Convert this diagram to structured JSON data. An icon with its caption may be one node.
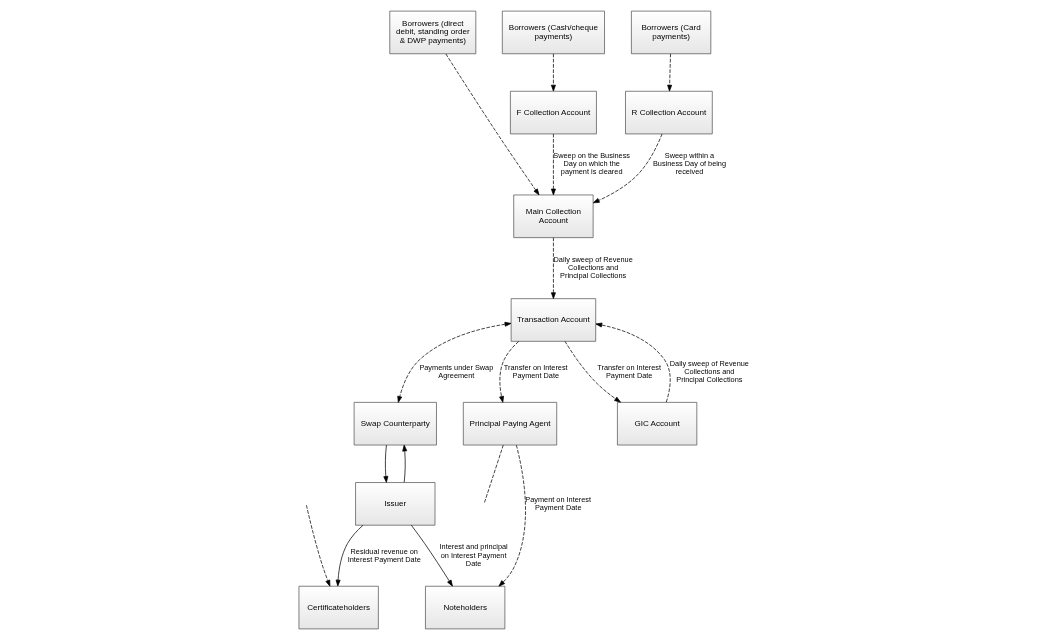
{
  "diagram": {
    "nodes": [
      {
        "text": [
          "Certificateholders"
        ]
      },
      {
        "text": [
          "Swap Counterparty"
        ]
      },
      {
        "text": [
          "Issuer"
        ]
      },
      {
        "text": [
          "Noteholders"
        ]
      },
      {
        "text": [
          "Borrowers (Cash/cheque payments)"
        ]
      },
      {
        "text": [
          "Borrowers (direct debit, standing order & DWP payments)"
        ]
      },
      {
        "text": [
          "Borrowers (Card payments)"
        ]
      },
      {
        "text": [
          "F Collection Account"
        ]
      },
      {
        "text": [
          "R Collection Account"
        ]
      },
      {
        "text": [
          "Transaction Account"
        ]
      },
      {
        "text": [
          "Principal Paying Agent"
        ]
      },
      {
        "text": [
          "Main Collection Account"
        ]
      },
      {
        "text": [
          "GIC Account"
        ]
      }
    ],
    "edges": [
      {
        "from": null,
        "to": 0,
        "arrow": "to",
        "style": "dashed"
      },
      {
        "from": 2,
        "to": 0,
        "arrow": "to",
        "label": "Residual revenue on Interest Payment Date"
      },
      {
        "from": 1,
        "to": 2,
        "arrow": "to"
      },
      {
        "from": 2,
        "to": 1,
        "arrow": "to"
      },
      {
        "from": 2,
        "to": 3,
        "arrow": "to",
        "label": "Interest and principal on Interest Payment Date"
      },
      {
        "from": 9,
        "to": 1,
        "arrow": "both",
        "style": "dashed",
        "label": "Payments under Swap Agreement"
      },
      {
        "from": 10,
        "to": 3,
        "arrow": "to",
        "style": "dashed",
        "label": "Payment on Interest Payment Date"
      },
      {
        "from": 10,
        "to": null,
        "arrow": "none",
        "style": "dashed"
      },
      {
        "from": 4,
        "to": 7,
        "arrow": "to",
        "style": "dashed"
      },
      {
        "from": 5,
        "to": 11,
        "arrow": "to",
        "style": "dashed"
      },
      {
        "from": 6,
        "to": 8,
        "arrow": "to",
        "style": "dashed"
      },
      {
        "from": 7,
        "to": 11,
        "arrow": "to",
        "style": "dashed",
        "label": "Sweep on the Business Day on which the payment is cleared"
      },
      {
        "from": 8,
        "to": 11,
        "arrow": "to",
        "style": "dashed",
        "label": "Sweep within a Business Day of being received"
      },
      {
        "from": 11,
        "to": 9,
        "arrow": "to",
        "style": "dashed",
        "label": "Daily sweep of Revenue Collections and Principal Collections"
      },
      {
        "from": 9,
        "to": 10,
        "arrow": "to",
        "style": "dashed",
        "label": "Transfer on Interest Payment Date"
      },
      {
        "from": 9,
        "to": 12,
        "arrow": "to",
        "style": "dashed",
        "label": "Transfer on Interest Payment Date"
      },
      {
        "from": 12,
        "to": 9,
        "arrow": "to",
        "style": "dashed",
        "label": "Daily sweep of Revenue Collections and Principal Collections"
      }
    ]
  }
}
